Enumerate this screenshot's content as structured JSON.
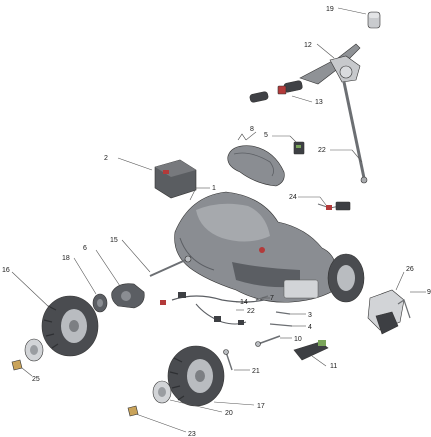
{
  "callouts": {
    "c1": "1",
    "c2": "2",
    "c3": "3",
    "c4": "4",
    "c5": "5",
    "c6": "6",
    "c7": "7",
    "c8": "8",
    "c9": "9",
    "c10": "10",
    "c11": "11",
    "c12": "12",
    "c13": "13",
    "c14": "14",
    "c15": "15",
    "c16": "16",
    "c17": "17",
    "c18": "18",
    "c19": "19",
    "c20": "20",
    "c21": "21",
    "c22a": "22",
    "c22b": "22",
    "c23": "23",
    "c24": "24",
    "c25": "25",
    "c26": "26"
  },
  "colors": {
    "body": "#8a8d92",
    "body_dark": "#5b5e63",
    "tire": "#4a4c50",
    "rim": "#b9bcc0",
    "plastic": "#d2d4d7",
    "metal": "#7c7f83",
    "accent_red": "#b43a3a",
    "accent_green": "#7aa55a"
  }
}
